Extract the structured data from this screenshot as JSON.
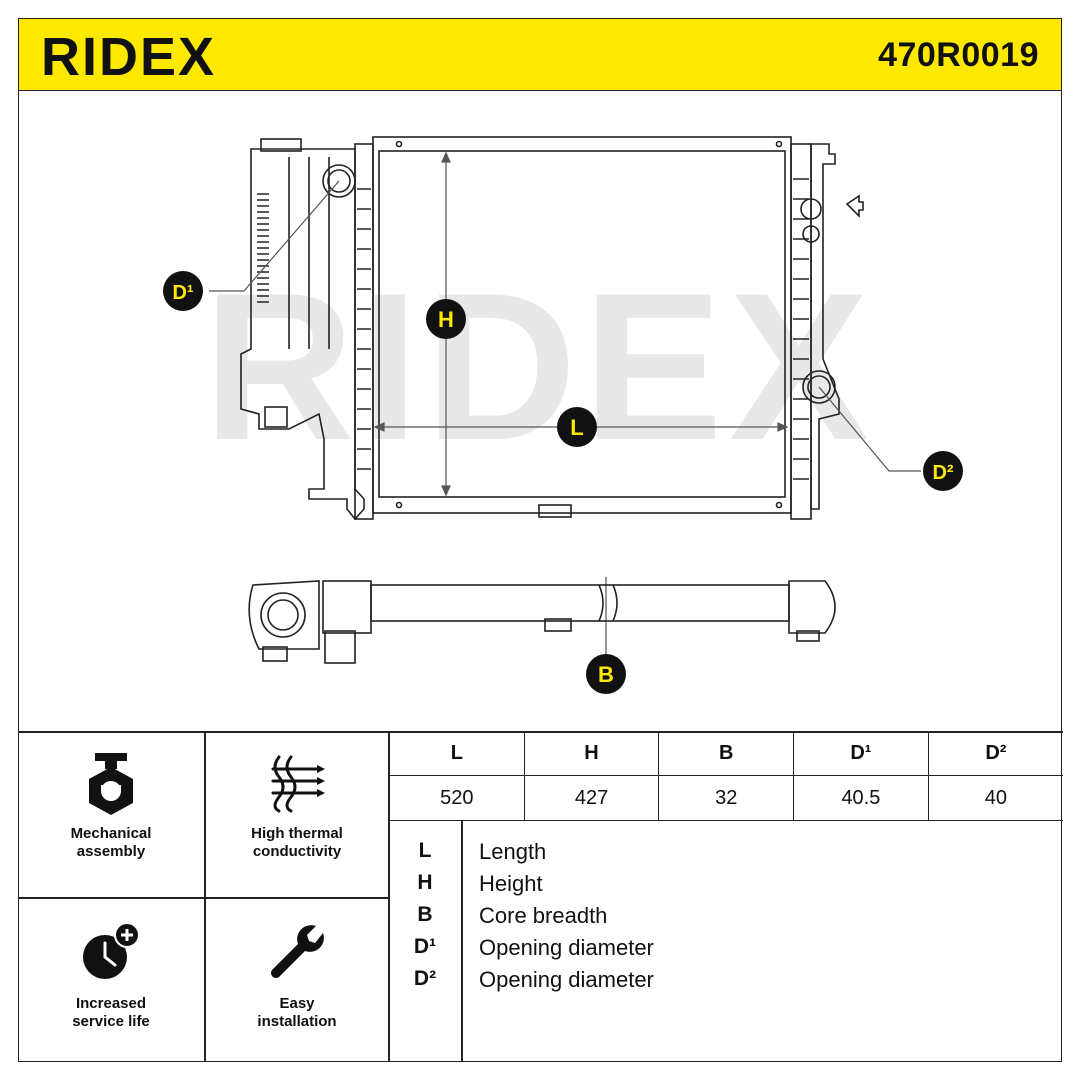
{
  "header": {
    "brand": "RIDEX",
    "part_number": "470R0019"
  },
  "drawing": {
    "watermark": "RIDEX",
    "callouts": {
      "H": "H",
      "L": "L",
      "B": "B",
      "D1": "D¹",
      "D2": "D²"
    }
  },
  "features": [
    {
      "icon": "mechanical-assembly-icon",
      "label": "Mechanical assembly",
      "line1": "Mechanical",
      "line2": "assembly"
    },
    {
      "icon": "thermal-conductivity-icon",
      "label": "High thermal conductivity",
      "line1": "High thermal",
      "line2": "conductivity"
    },
    {
      "icon": "clock-plus-icon",
      "label": "Increased service life",
      "line1": "Increased",
      "line2": "service life"
    },
    {
      "icon": "wrench-icon",
      "label": "Easy installation",
      "line1": "Easy",
      "line2": "installation"
    }
  ],
  "dimensions": {
    "headers": [
      "L",
      "H",
      "B",
      "D¹",
      "D²"
    ],
    "values": [
      "520",
      "427",
      "32",
      "40.5",
      "40"
    ]
  },
  "legend": [
    {
      "key": "L",
      "text": "Length"
    },
    {
      "key": "H",
      "text": "Height"
    },
    {
      "key": "B",
      "text": "Core breadth"
    },
    {
      "key": "D¹",
      "text": "Opening diameter"
    },
    {
      "key": "D²",
      "text": "Opening diameter"
    }
  ],
  "colors": {
    "brand_yellow": "#fde800",
    "callout_fill": "#111111",
    "callout_text": "#fde800",
    "watermark": "#e6e6e6"
  }
}
